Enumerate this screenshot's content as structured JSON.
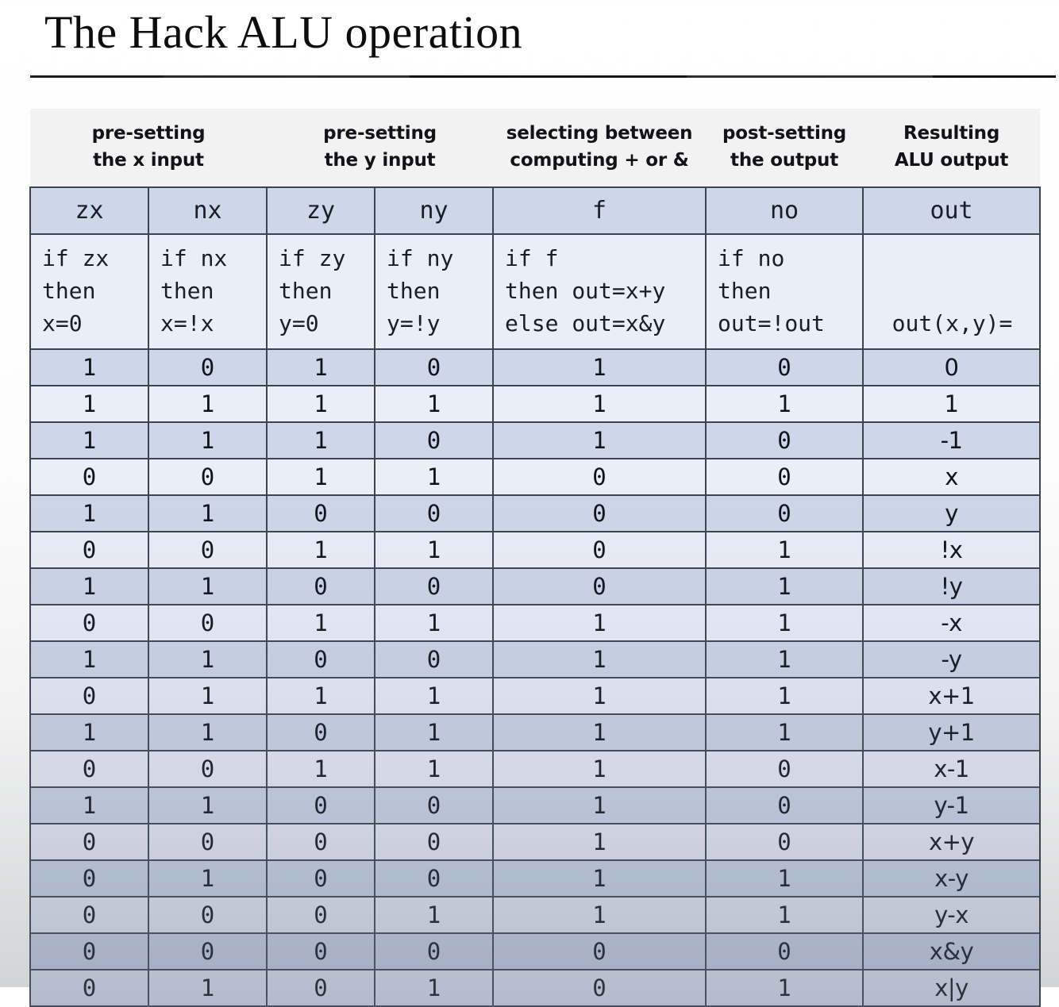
{
  "slide": {
    "title": "The Hack ALU operation"
  },
  "table": {
    "group_headers": [
      {
        "line1": "pre-setting",
        "line2": "the x input",
        "span": 2
      },
      {
        "line1": "pre-setting",
        "line2": "the y input",
        "span": 2
      },
      {
        "line1": "selecting between",
        "line2": "computing + or &",
        "span": 1
      },
      {
        "line1": "post-setting",
        "line2": "the output",
        "span": 1
      },
      {
        "line1": "Resulting",
        "line2": "ALU output",
        "span": 1
      }
    ],
    "signal_names": [
      "zx",
      "nx",
      "zy",
      "ny",
      "f",
      "no",
      "out"
    ],
    "descriptions": [
      "if zx\nthen\nx=0",
      "if nx\nthen\nx=!x",
      "if zy\nthen\ny=0",
      "if ny\nthen\ny=!y",
      "if f\nthen out=x+y\nelse out=x&y",
      "if no\nthen\nout=!out",
      "\n\nout(x,y)="
    ],
    "rows": [
      {
        "zx": "1",
        "nx": "0",
        "zy": "1",
        "ny": "0",
        "f": "1",
        "no": "0",
        "out": "0"
      },
      {
        "zx": "1",
        "nx": "1",
        "zy": "1",
        "ny": "1",
        "f": "1",
        "no": "1",
        "out": "1"
      },
      {
        "zx": "1",
        "nx": "1",
        "zy": "1",
        "ny": "0",
        "f": "1",
        "no": "0",
        "out": "-1"
      },
      {
        "zx": "0",
        "nx": "0",
        "zy": "1",
        "ny": "1",
        "f": "0",
        "no": "0",
        "out": "x"
      },
      {
        "zx": "1",
        "nx": "1",
        "zy": "0",
        "ny": "0",
        "f": "0",
        "no": "0",
        "out": "y"
      },
      {
        "zx": "0",
        "nx": "0",
        "zy": "1",
        "ny": "1",
        "f": "0",
        "no": "1",
        "out": "!x"
      },
      {
        "zx": "1",
        "nx": "1",
        "zy": "0",
        "ny": "0",
        "f": "0",
        "no": "1",
        "out": "!y"
      },
      {
        "zx": "0",
        "nx": "0",
        "zy": "1",
        "ny": "1",
        "f": "1",
        "no": "1",
        "out": "-x"
      },
      {
        "zx": "1",
        "nx": "1",
        "zy": "0",
        "ny": "0",
        "f": "1",
        "no": "1",
        "out": "-y"
      },
      {
        "zx": "0",
        "nx": "1",
        "zy": "1",
        "ny": "1",
        "f": "1",
        "no": "1",
        "out": "x+1"
      },
      {
        "zx": "1",
        "nx": "1",
        "zy": "0",
        "ny": "1",
        "f": "1",
        "no": "1",
        "out": "y+1"
      },
      {
        "zx": "0",
        "nx": "0",
        "zy": "1",
        "ny": "1",
        "f": "1",
        "no": "0",
        "out": "x-1"
      },
      {
        "zx": "1",
        "nx": "1",
        "zy": "0",
        "ny": "0",
        "f": "1",
        "no": "0",
        "out": "y-1"
      },
      {
        "zx": "0",
        "nx": "0",
        "zy": "0",
        "ny": "0",
        "f": "1",
        "no": "0",
        "out": "x+y"
      },
      {
        "zx": "0",
        "nx": "1",
        "zy": "0",
        "ny": "0",
        "f": "1",
        "no": "1",
        "out": "x-y"
      },
      {
        "zx": "0",
        "nx": "0",
        "zy": "0",
        "ny": "1",
        "f": "1",
        "no": "1",
        "out": "y-x"
      },
      {
        "zx": "0",
        "nx": "0",
        "zy": "0",
        "ny": "0",
        "f": "0",
        "no": "0",
        "out": "x&y"
      },
      {
        "zx": "0",
        "nx": "1",
        "zy": "0",
        "ny": "1",
        "f": "0",
        "no": "1",
        "out": "x|y"
      }
    ]
  },
  "colors": {
    "row_dark": "#ccd7e9",
    "row_light": "#eaeef7",
    "group_band": "#f2f2f2",
    "border": "#3d4450",
    "text": "#10131a"
  }
}
